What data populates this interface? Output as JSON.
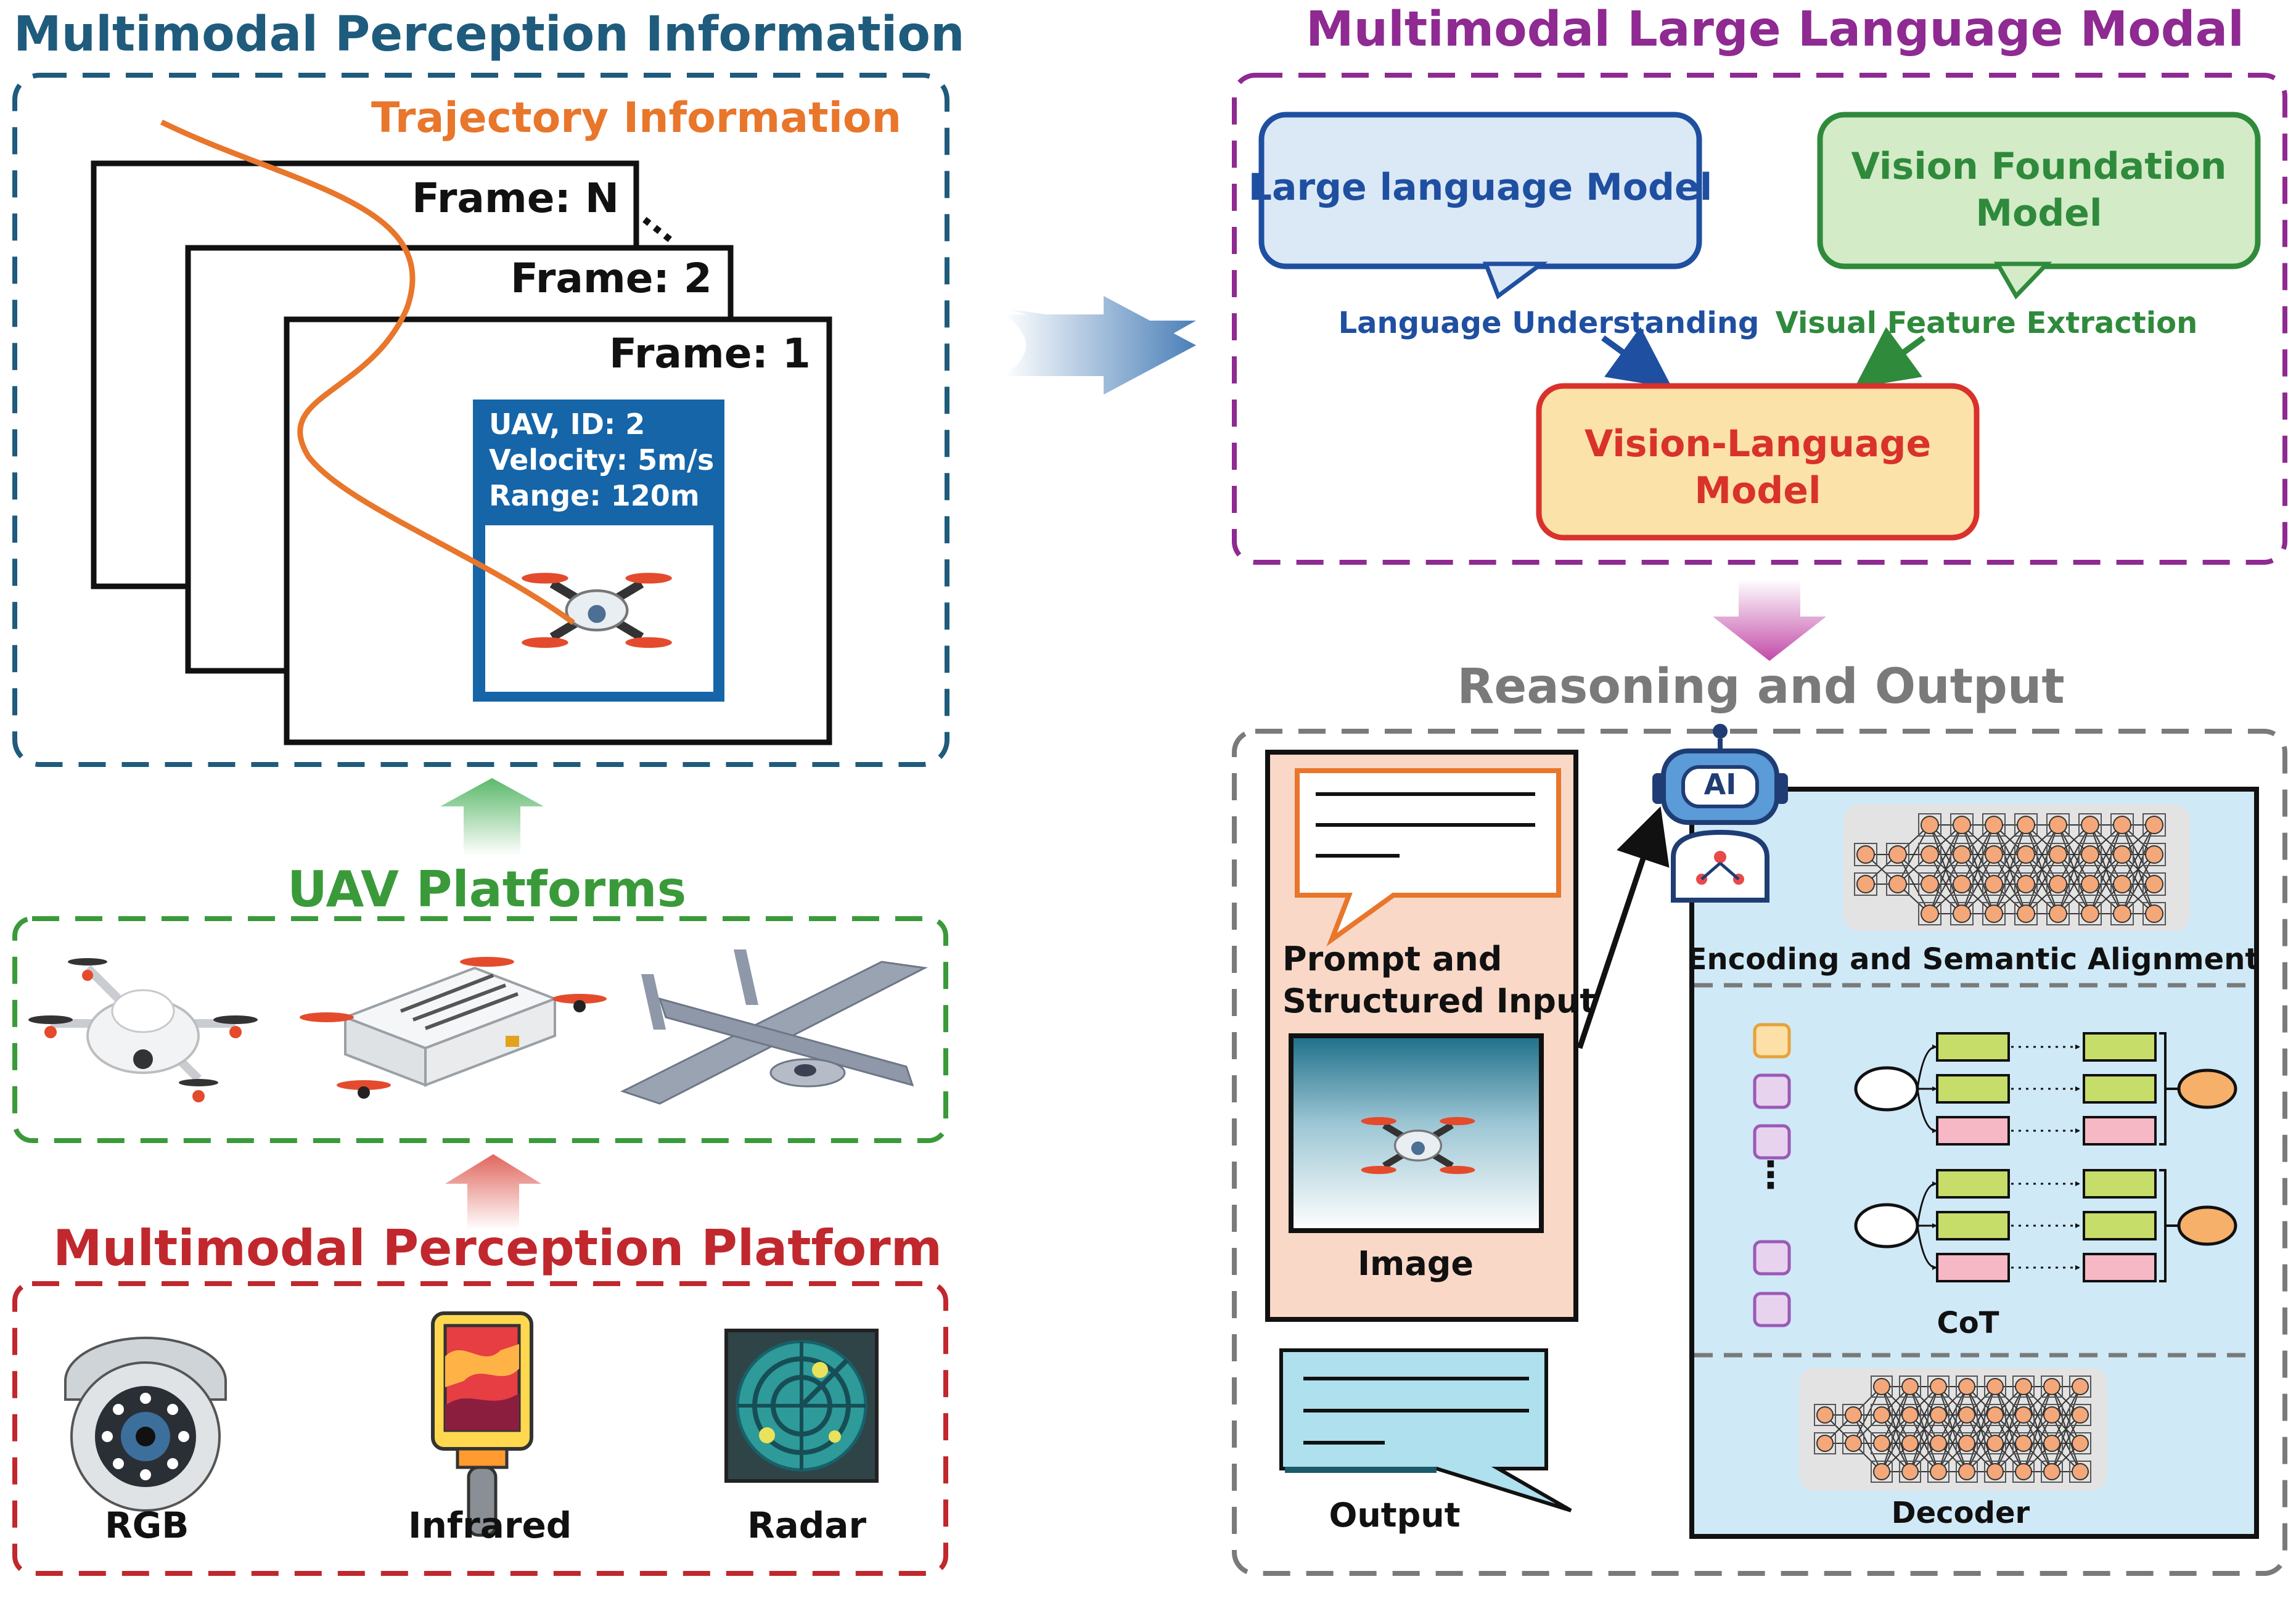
{
  "titles": {
    "perception_info": "Multimodal Perception Information",
    "mllm": "Multimodal Large Language Modal",
    "reasoning_output": "Reasoning and Output",
    "uav_platforms": "UAV Platforms",
    "perception_platform": "Multimodal Perception Platform"
  },
  "trajectory": {
    "title": "Trajectory Information",
    "frames": [
      "Frame: N",
      "Frame: 2",
      "Frame: 1"
    ],
    "ellipsis": "...",
    "uav_card": {
      "id": "UAV, ID: 2",
      "velocity": "Velocity: 5m/s",
      "range": "Range: 120m"
    }
  },
  "mllm": {
    "llm": "Large language Model",
    "vfm_line1": "Vision Foundation",
    "vfm_line2": "Model",
    "vlm_line1": "Vision-Language",
    "vlm_line2": "Model",
    "edge_lang": "Language Understanding",
    "edge_vis": "Visual Feature Extraction"
  },
  "reasoning": {
    "prompt_line1": "Prompt and",
    "prompt_line2": "Structured Input",
    "image": "Image",
    "output": "Output",
    "encoding": "Encoding and Semantic Alignment",
    "cot": "CoT",
    "decoder": "Decoder",
    "ai_badge": "AI"
  },
  "sensors": [
    "RGB",
    "Infrared",
    "Radar"
  ],
  "colors": {
    "blue_title": "#1f5b7c",
    "purple": "#8e2a91",
    "grey": "#7a7a7a",
    "green": "#3a9a3a",
    "red": "#c0282d",
    "orange": "#e8762b",
    "card_blue": "#1565a8",
    "llm_fill": "#dbe9f7",
    "llm_stroke": "#1f4fa0",
    "vfm_fill": "#d3ebc6",
    "vfm_stroke": "#2f8a3c",
    "vlm_fill": "#fbe2a8",
    "vlm_stroke": "#d9312c"
  }
}
